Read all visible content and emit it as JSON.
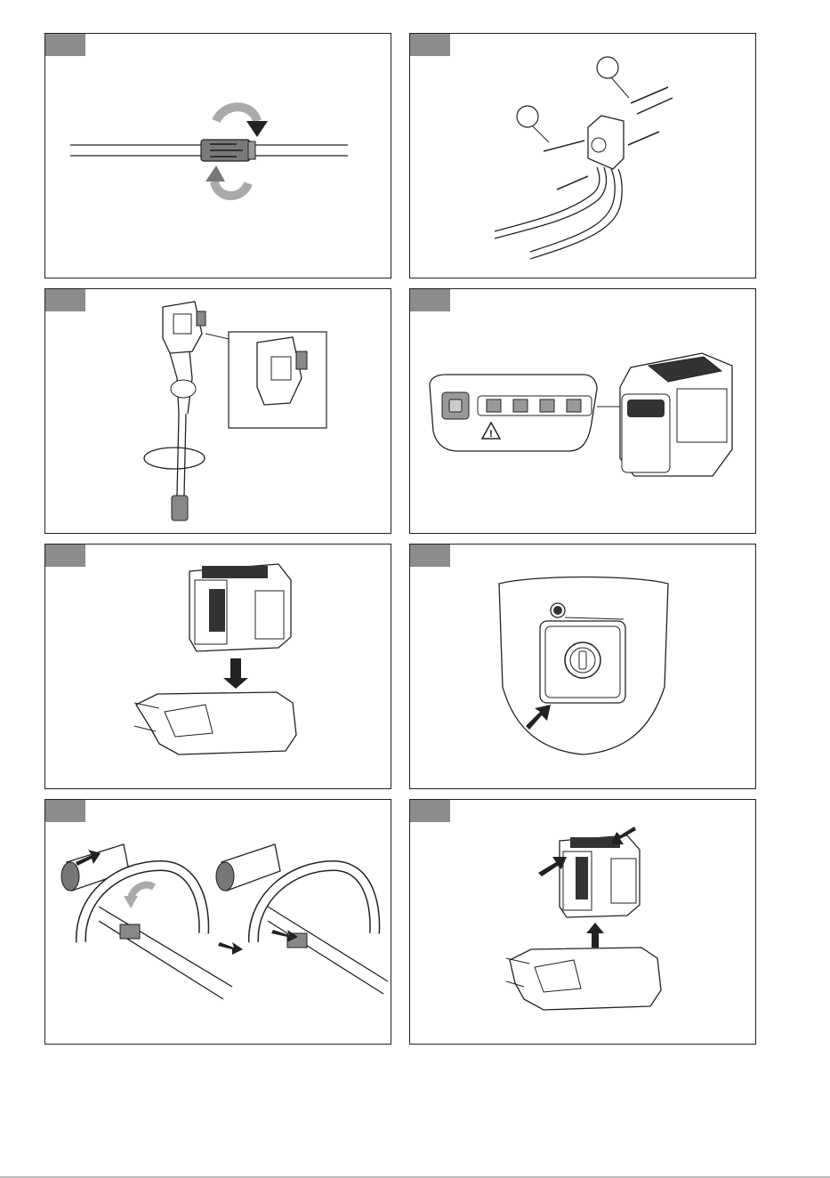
{
  "panels": [
    {
      "id": "coupling-rotate",
      "callouts": []
    },
    {
      "id": "handle-bracket-mount",
      "callouts": []
    },
    {
      "id": "trimmer-handle-view",
      "callouts": []
    },
    {
      "id": "battery-indicator",
      "callouts": []
    },
    {
      "id": "battery-insert",
      "callouts": []
    },
    {
      "id": "key-switch-panel",
      "callouts": []
    },
    {
      "id": "loop-handle-adjust",
      "callouts": []
    },
    {
      "id": "battery-remove",
      "callouts": []
    }
  ]
}
